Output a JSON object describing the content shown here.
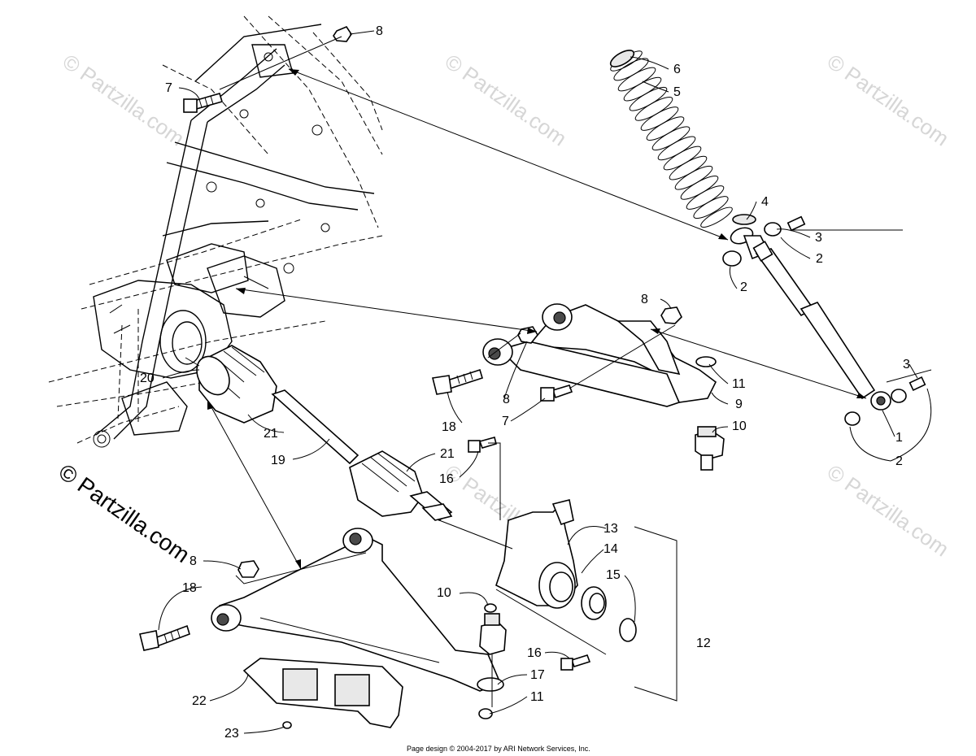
{
  "watermarks": [
    "© Partzilla.com",
    "© Partzilla.com",
    "© Partzilla.com",
    "© Partzilla.com",
    "© Partzilla.com",
    "© Partzilla.com"
  ],
  "main_watermark": "© Partzilla.com",
  "footer": "Page design © 2004-2017 by ARI Network Services, Inc.",
  "callouts": {
    "c1": "1",
    "c2a": "2",
    "c2b": "2",
    "c2c": "2",
    "c3a": "3",
    "c3b": "3",
    "c4": "4",
    "c5": "5",
    "c6": "6",
    "c7a": "7",
    "c7b": "7",
    "c8a": "8",
    "c8b": "8",
    "c8c": "8",
    "c8d": "8",
    "c9": "9",
    "c10a": "10",
    "c10b": "10",
    "c11a": "11",
    "c11b": "11",
    "c12": "12",
    "c13": "13",
    "c14": "14",
    "c15": "15",
    "c16a": "16",
    "c16b": "16",
    "c17": "17",
    "c18a": "18",
    "c18b": "18",
    "c19": "19",
    "c20": "20",
    "c21a": "21",
    "c21b": "21",
    "c22": "22",
    "c23": "23"
  }
}
